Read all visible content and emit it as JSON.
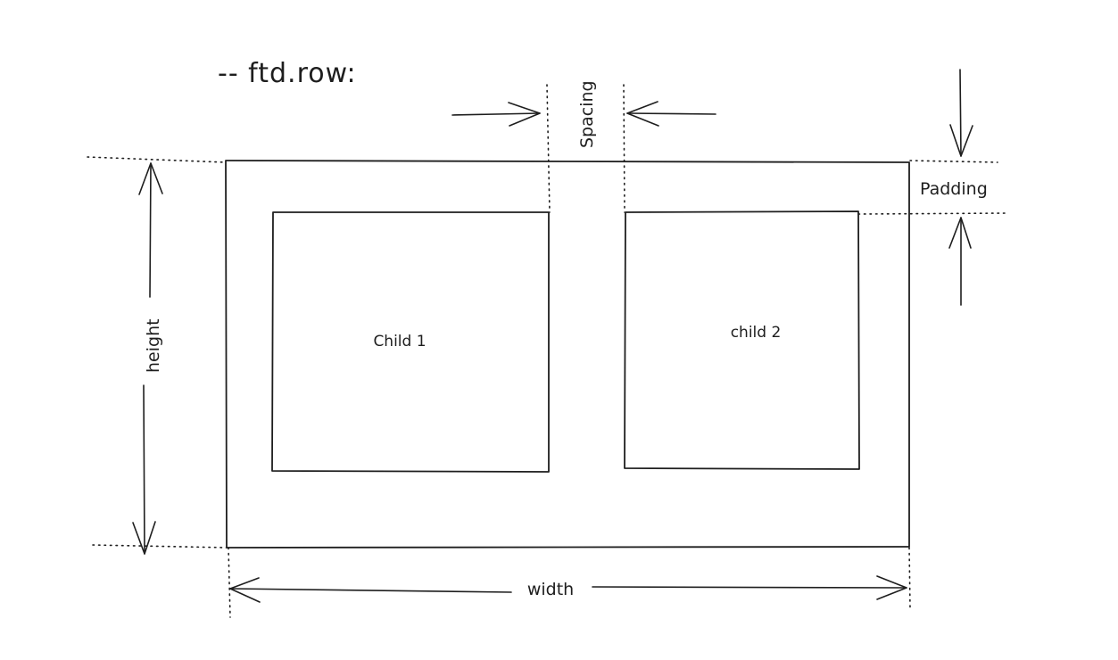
{
  "diagram": {
    "title": "-- ftd.row:",
    "labels": {
      "spacing": "Spacing",
      "padding": "Padding",
      "height": "height",
      "width": "width",
      "child1": "Child 1",
      "child2": "child 2"
    },
    "colors": {
      "ink": "#1e1e1e",
      "background": "#ffffff"
    }
  }
}
